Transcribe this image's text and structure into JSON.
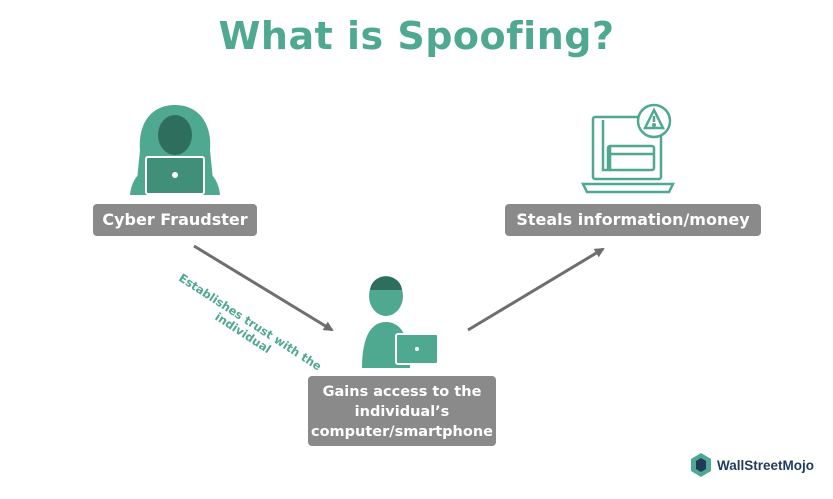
{
  "title": "What is Spoofing?",
  "nodes": {
    "fraudster": {
      "label": "Cyber Fraudster",
      "icon": "hooded-hacker-laptop-icon"
    },
    "steals": {
      "label": "Steals information/money",
      "icon": "laptop-card-warning-icon"
    },
    "victim": {
      "label_lines": [
        "Gains access to the",
        "individual’s",
        "computer/smartphone"
      ],
      "icon": "person-laptop-icon"
    }
  },
  "edges": {
    "fraudster_to_victim": {
      "lines": [
        "Establishes trust with the",
        "individual"
      ]
    },
    "victim_to_steals": {}
  },
  "brand": {
    "name": "WallStreetMojo",
    "icon": "wallstreetmojo-logo-icon"
  },
  "colors": {
    "accent": "#4fa890",
    "box": "#8a8a8a",
    "arrow": "#6e6e6e",
    "brand": "#1f3b5c"
  }
}
